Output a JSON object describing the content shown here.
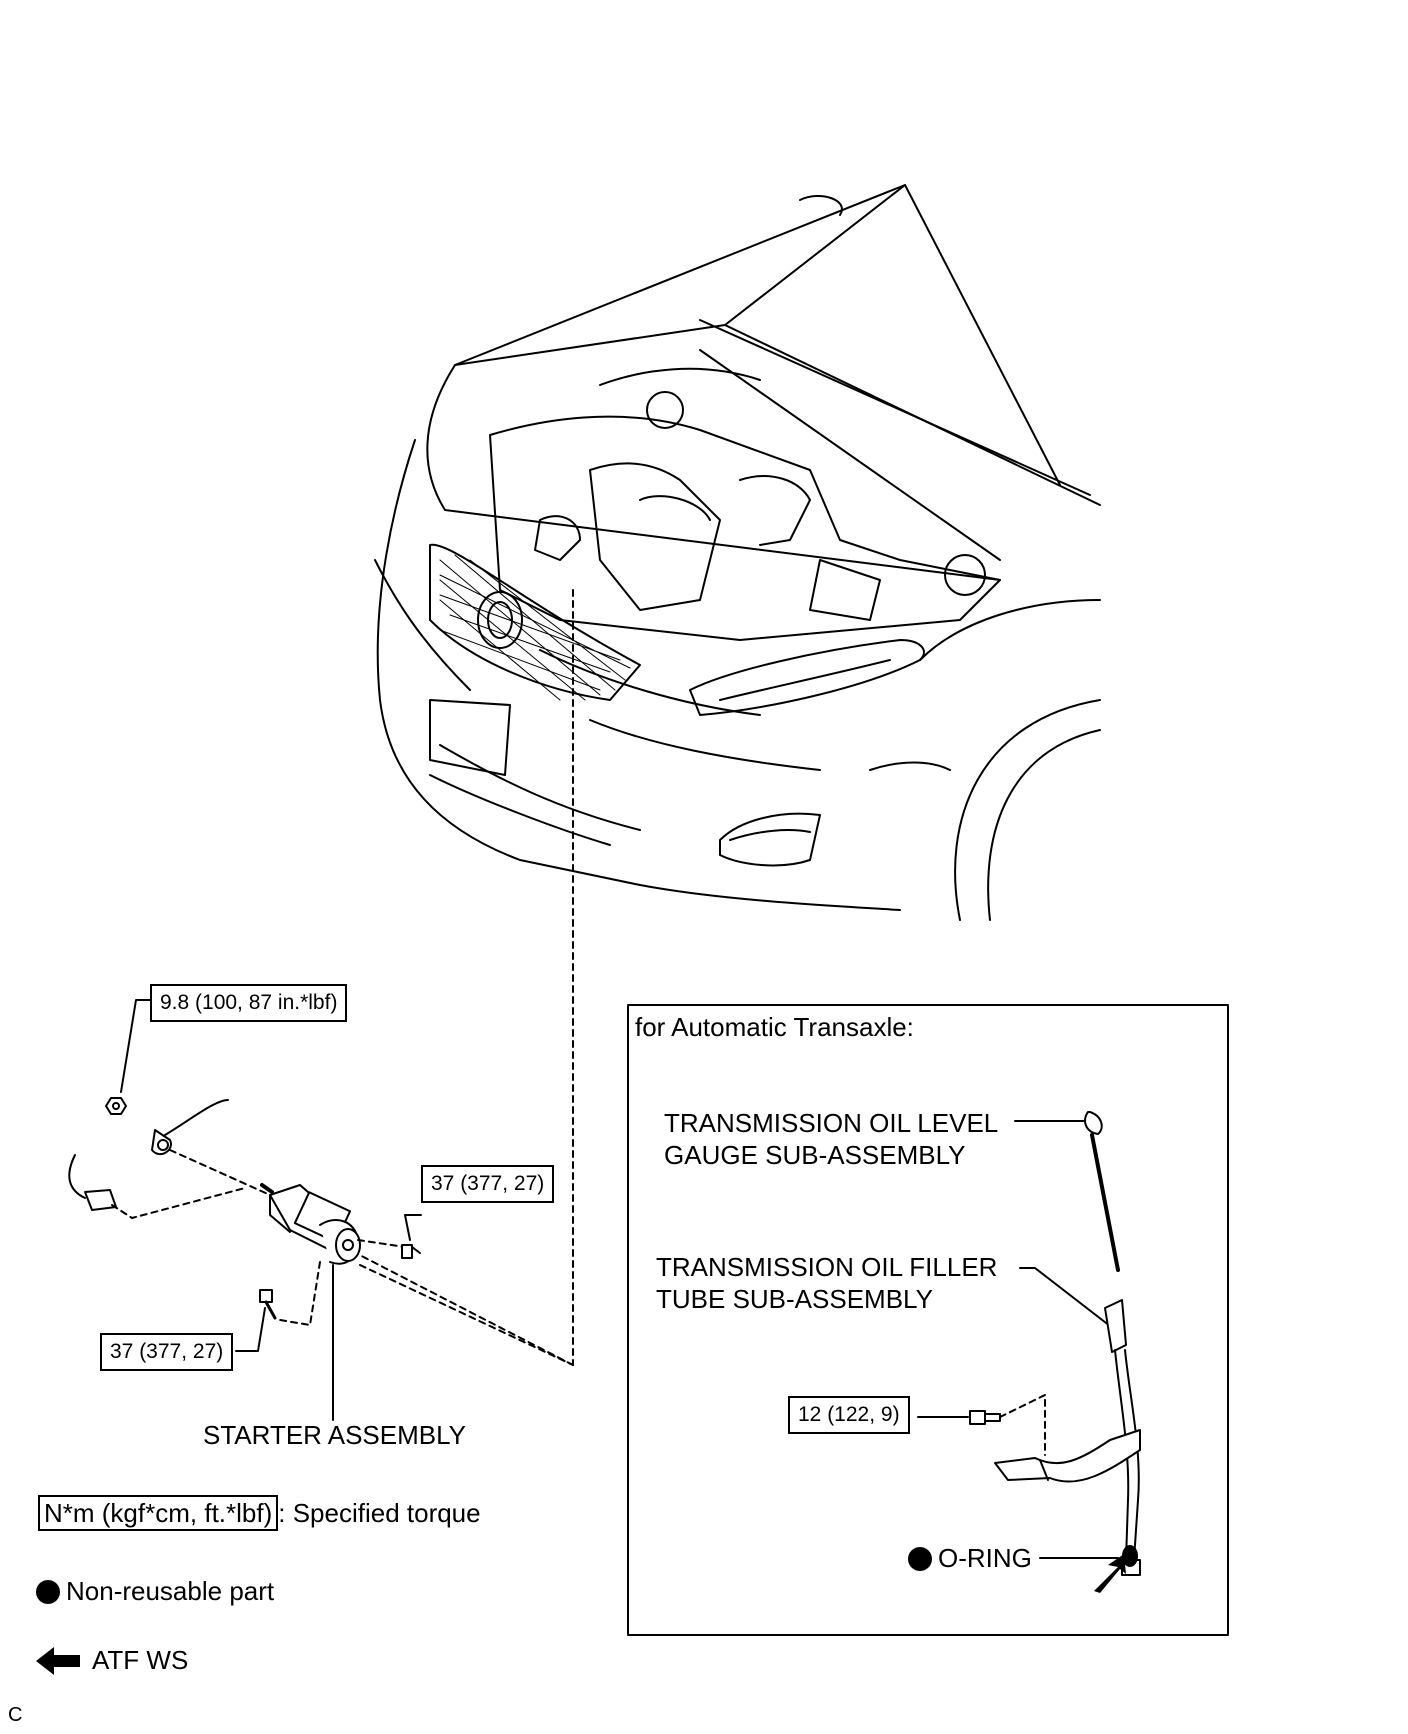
{
  "torque": {
    "starter_cable_nut": "9.8 (100, 87 in.*lbf)",
    "starter_bolt_right": "37 (377, 27)",
    "starter_bolt_left": "37 (377, 27)",
    "filler_tube_bolt": "12 (122, 9)"
  },
  "parts": {
    "starter": "STARTER ASSEMBLY",
    "gauge_line1": "TRANSMISSION OIL LEVEL",
    "gauge_line2": "GAUGE SUB-ASSEMBLY",
    "tube_line1": "TRANSMISSION OIL FILLER",
    "tube_line2": "TUBE SUB-ASSEMBLY",
    "oring": "O-RING"
  },
  "inset": {
    "title": "for Automatic Transaxle:"
  },
  "legend": {
    "torque_unit": "N*m (kgf*cm, ft.*lbf)",
    "torque_desc": ": Specified torque",
    "nonreusable": "Non-reusable part",
    "atf": "ATF WS"
  },
  "corner_mark": "C"
}
